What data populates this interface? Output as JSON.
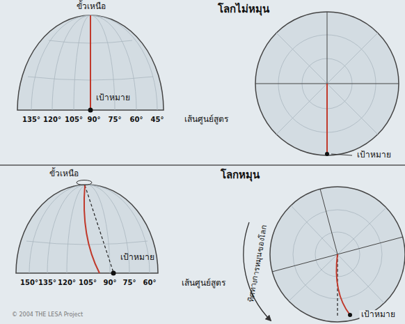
{
  "diagram": {
    "labels": [
      "โลกไม่หมุน",
      "ขั้วเหนือ",
      "เป้าหมาย",
      "เส้นศูนย์สูตร",
      "135°",
      "120°",
      "105°",
      "90°",
      "75°",
      "60°",
      "45°",
      "เป้าหมาย",
      "โลกหมุน",
      "ขั้วเหนือ",
      "เป้าหมาย",
      "เส้นศูนย์สูตร",
      "150°",
      "135°",
      "120°",
      "105°",
      "90°",
      "75°",
      "60°",
      "ทิศทางการหมุนของโลก",
      "เป้าหมาย",
      "© 2004 THE LESA Project"
    ]
  }
}
